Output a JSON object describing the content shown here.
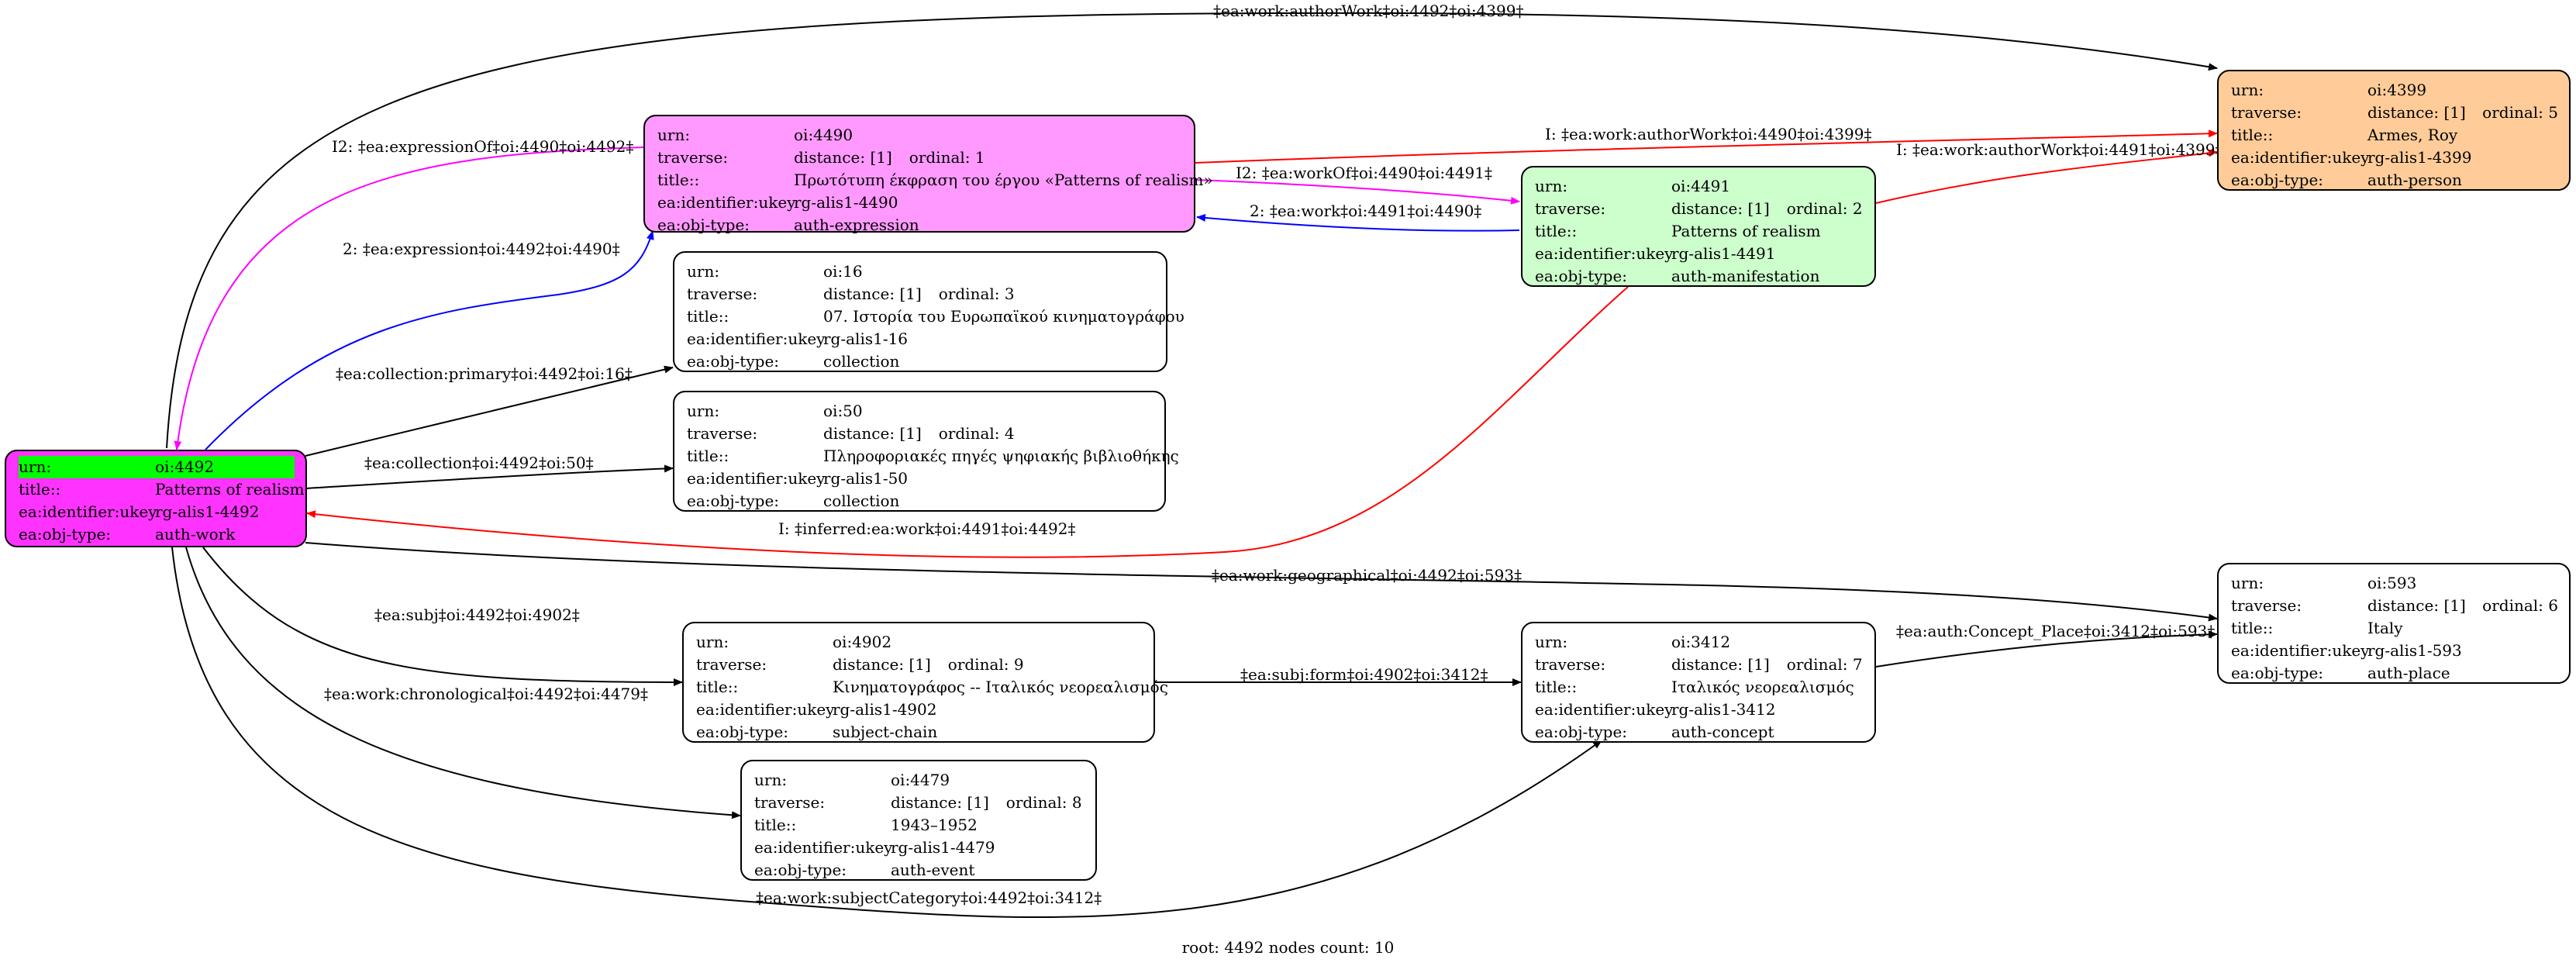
{
  "colors": {
    "auth_work": "#ff33ff",
    "auth_expression": "#ff99ff",
    "auth_manifestation": "#ccffcc",
    "auth_person": "#ffcc99",
    "default": "#ffffff",
    "root_highlight": "#00ff00",
    "edge_black": "#000000",
    "edge_red": "#ff0000",
    "edge_blue": "#0000ff",
    "edge_magenta": "#ff00ff"
  },
  "nodes": {
    "n4492": {
      "urn": "oi:4492",
      "title": "Patterns of realism",
      "ukey": "rg-alis1-4492",
      "objtype": "auth-work"
    },
    "n4490": {
      "urn": "oi:4490",
      "distance": "distance: [1]",
      "ordinal": "ordinal: 1",
      "title": "Πρωτότυπη έκφραση του έργου «Patterns of realism»",
      "ukey": "rg-alis1-4490",
      "objtype": "auth-expression"
    },
    "n4491": {
      "urn": "oi:4491",
      "distance": "distance: [1]",
      "ordinal": "ordinal: 2",
      "title": "Patterns of realism",
      "ukey": "rg-alis1-4491",
      "objtype": "auth-manifestation"
    },
    "n4399": {
      "urn": "oi:4399",
      "distance": "distance: [1]",
      "ordinal": "ordinal: 5",
      "title": "Armes, Roy",
      "ukey": "rg-alis1-4399",
      "objtype": "auth-person"
    },
    "n16": {
      "urn": "oi:16",
      "distance": "distance: [1]",
      "ordinal": "ordinal: 3",
      "title": "07. Ιστορία του Ευρωπαϊκού κινηματογράφου",
      "ukey": "rg-alis1-16",
      "objtype": "collection"
    },
    "n50": {
      "urn": "oi:50",
      "distance": "distance: [1]",
      "ordinal": "ordinal: 4",
      "title": "Πληροφοριακές πηγές ψηφιακής βιβλιοθήκης",
      "ukey": "rg-alis1-50",
      "objtype": "collection"
    },
    "n593": {
      "urn": "oi:593",
      "distance": "distance: [1]",
      "ordinal": "ordinal: 6",
      "title": "Italy",
      "ukey": "rg-alis1-593",
      "objtype": "auth-place"
    },
    "n4902": {
      "urn": "oi:4902",
      "distance": "distance: [1]",
      "ordinal": "ordinal: 9",
      "title": "Κινηματογράφος -- Ιταλικός νεορεαλισμός",
      "ukey": "rg-alis1-4902",
      "objtype": "subject-chain"
    },
    "n3412": {
      "urn": "oi:3412",
      "distance": "distance: [1]",
      "ordinal": "ordinal: 7",
      "title": "Ιταλικός νεορεαλισμός",
      "ukey": "rg-alis1-3412",
      "objtype": "auth-concept"
    },
    "n4479": {
      "urn": "oi:4479",
      "distance": "distance: [1]",
      "ordinal": "ordinal: 8",
      "title": "1943–1952",
      "ukey": "rg-alis1-4479",
      "objtype": "auth-event"
    }
  },
  "field_labels": {
    "urn": "urn:",
    "traverse": "traverse:",
    "title": "title::",
    "ukey": "ea:identifier:ukey",
    "objtype": "ea:obj-type:"
  },
  "edges": {
    "authorWork_4492_4399": "‡ea:work:authorWork‡oi:4492‡oi:4399‡",
    "expressionOf_4490_4492": "I2: ‡ea:expressionOf‡oi:4490‡oi:4492‡",
    "authorWork_4490_4399": "I: ‡ea:work:authorWork‡oi:4490‡oi:4399‡",
    "workOf_4490_4491": "I2: ‡ea:workOf‡oi:4490‡oi:4491‡",
    "authorWork_4491_4399": "I: ‡ea:work:authorWork‡oi:4491‡oi:4399‡",
    "work_4491_4490": "2: ‡ea:work‡oi:4491‡oi:4490‡",
    "expression_4492_4490": "2: ‡ea:expression‡oi:4492‡oi:4490‡",
    "collection_primary_4492_16": "‡ea:collection:primary‡oi:4492‡oi:16‡",
    "collection_4492_50": "‡ea:collection‡oi:4492‡oi:50‡",
    "inferred_4491_4492": "I: ‡inferred:ea:work‡oi:4491‡oi:4492‡",
    "geographical_4492_593": "‡ea:work:geographical‡oi:4492‡oi:593‡",
    "subj_4492_4902": "‡ea:subj‡oi:4492‡oi:4902‡",
    "chronological_4492_4479": "‡ea:work:chronological‡oi:4492‡oi:4479‡",
    "subjform_4902_3412": "‡ea:subj:form‡oi:4902‡oi:3412‡",
    "conceptplace_3412_593": "‡ea:auth:Concept_Place‡oi:3412‡oi:593‡",
    "subjectCategory_4492_3412": "‡ea:work:subjectCategory‡oi:4492‡oi:3412‡"
  },
  "footer": "root: 4492 nodes count: 10"
}
